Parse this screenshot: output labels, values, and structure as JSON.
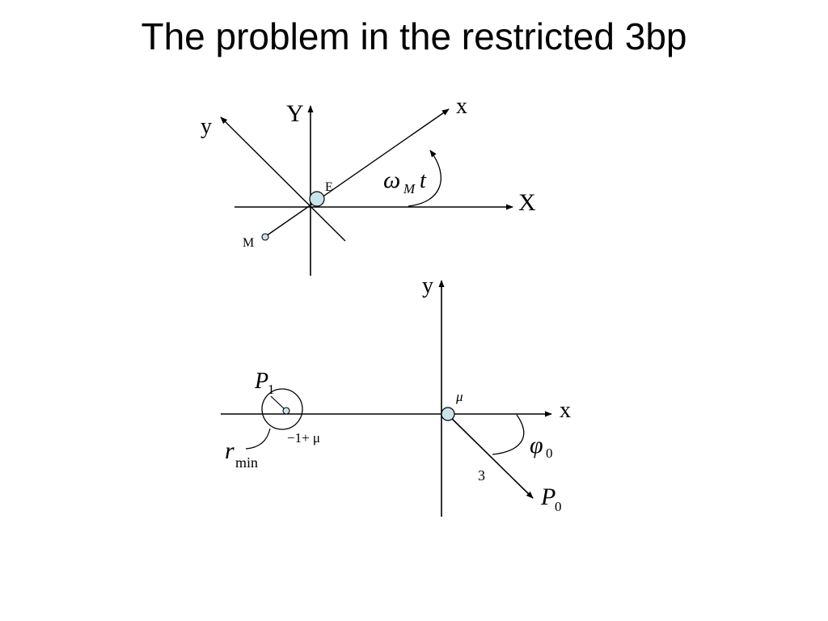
{
  "slide": {
    "title": "The problem in the restricted 3bp"
  },
  "diagram_top": {
    "rotating_axis_x": "x",
    "rotating_axis_y": "y",
    "inertial_axis_x": "X",
    "inertial_axis_y": "Y",
    "earth_label": "E",
    "moon_label": "M",
    "angle_symbol": "ω",
    "angle_subscript": "M",
    "angle_time": "t"
  },
  "diagram_bottom": {
    "axis_x": "x",
    "axis_y": "y",
    "mu_label": "μ",
    "p1_symbol": "P",
    "p1_subscript": "1",
    "p1_position_label": "−1+ μ",
    "rmin_symbol": "r",
    "rmin_subscript": "min",
    "phi_symbol": "φ",
    "phi_subscript": "0",
    "distance_label": "3",
    "p0_symbol": "P",
    "p0_subscript": "0"
  },
  "colors": {
    "body_fill": "#c9e4ea",
    "stroke": "#000000"
  }
}
